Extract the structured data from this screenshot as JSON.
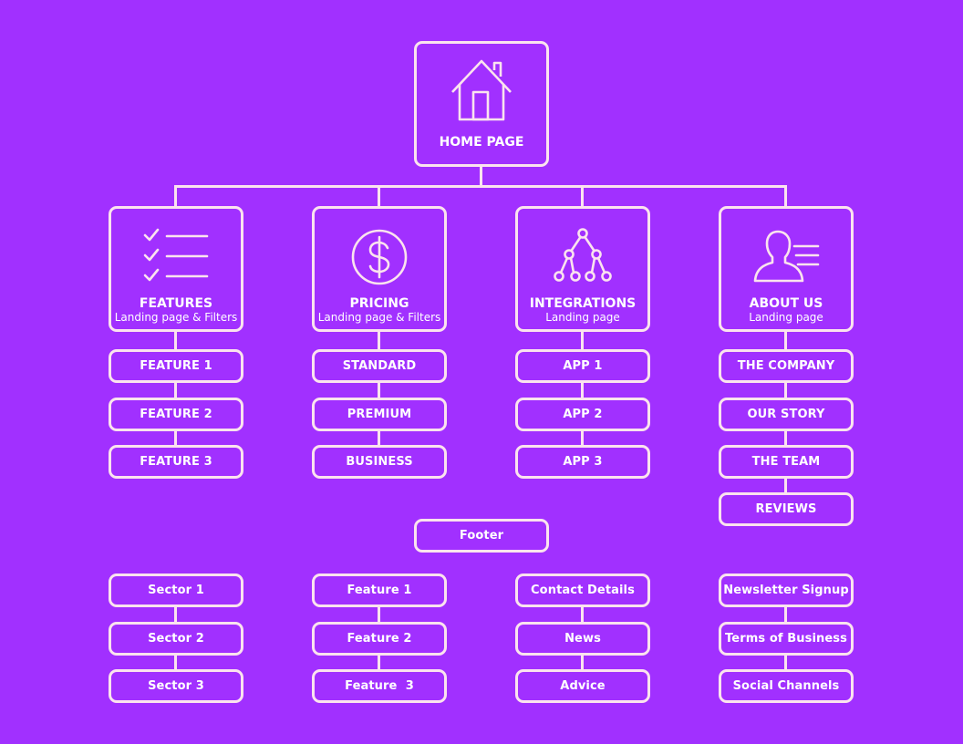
{
  "home": {
    "title": "HOME PAGE",
    "icon": "house-icon"
  },
  "sections": [
    {
      "title": "FEATURES",
      "subtitle": "Landing page & Filters",
      "icon": "checklist-icon",
      "children": [
        "FEATURE 1",
        "FEATURE 2",
        "FEATURE 3"
      ]
    },
    {
      "title": "PRICING",
      "subtitle": "Landing page & Filters",
      "icon": "dollar-icon",
      "children": [
        "STANDARD",
        "PREMIUM",
        "BUSINESS"
      ]
    },
    {
      "title": "INTEGRATIONS",
      "subtitle": "Landing page",
      "icon": "hierarchy-icon",
      "children": [
        "APP 1",
        "APP 2",
        "APP 3"
      ]
    },
    {
      "title": "ABOUT US",
      "subtitle": "Landing page",
      "icon": "user-list-icon",
      "children": [
        "THE COMPANY",
        "OUR STORY",
        "THE TEAM",
        "REVIEWS"
      ]
    }
  ],
  "footer": {
    "title": "Footer",
    "columns": [
      [
        "Sector 1",
        "Sector 2",
        "Sector 3"
      ],
      [
        "Feature 1",
        "Feature 2",
        "Feature  3"
      ],
      [
        "Contact Details",
        "News",
        "Advice"
      ],
      [
        "Newsletter Signup",
        "Terms of Business",
        "Social Channels"
      ]
    ]
  },
  "colors": {
    "background": "#a130ff",
    "line": "#fbe3ee"
  }
}
